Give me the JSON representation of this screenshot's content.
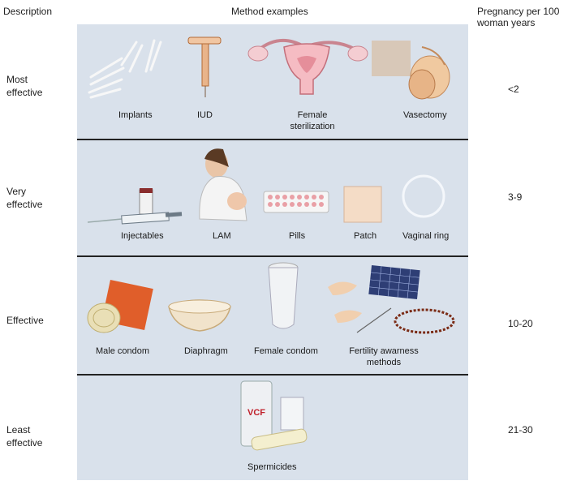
{
  "headers": {
    "description": "Description",
    "method_examples": "Method examples",
    "pregnancy_rate": "Pregnancy per 100 woman years"
  },
  "rows": [
    {
      "description": "Most effective",
      "rate": "<2",
      "methods": [
        "Implants",
        "IUD",
        "Female sterilization",
        "Vasectomy"
      ]
    },
    {
      "description": "Very effective",
      "rate": "3-9",
      "methods": [
        "Injectables",
        "LAM",
        "Pills",
        "Patch",
        "Vaginal ring"
      ]
    },
    {
      "description": "Effective",
      "rate": "10-20",
      "methods": [
        "Male condom",
        "Diaphragm",
        "Female condom",
        "Fertility awarness methods"
      ]
    },
    {
      "description": "Least effective",
      "rate": "21-30",
      "methods": [
        "Spermicides"
      ]
    }
  ],
  "product_text": {
    "spermicide_brand": "VCF"
  },
  "colors": {
    "panel": "#d9e1eb",
    "divider": "#222222"
  }
}
